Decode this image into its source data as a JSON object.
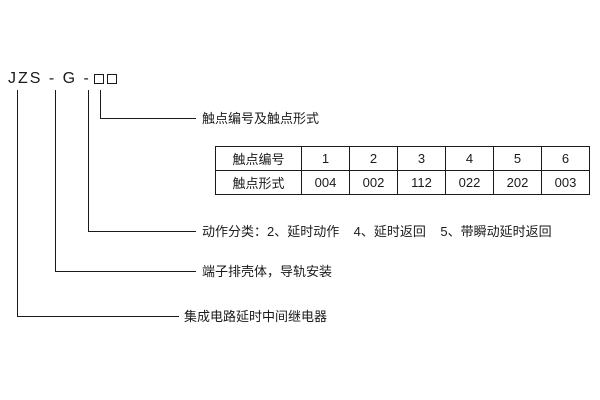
{
  "model_code": {
    "text": "JZS - G -"
  },
  "callouts": {
    "contact": "触点编号及触点形式",
    "action": "动作分类：2、延时动作    4、延时返回    5、带瞬动延时返回",
    "housing": "端子排壳体，导轨安装",
    "product": "集成电路延时中间继电器"
  },
  "table": {
    "rows": [
      {
        "header": "触点编号",
        "cells": [
          "1",
          "2",
          "3",
          "4",
          "5",
          "6"
        ]
      },
      {
        "header": "触点形式",
        "cells": [
          "004",
          "002",
          "112",
          "022",
          "202",
          "003"
        ]
      }
    ]
  }
}
